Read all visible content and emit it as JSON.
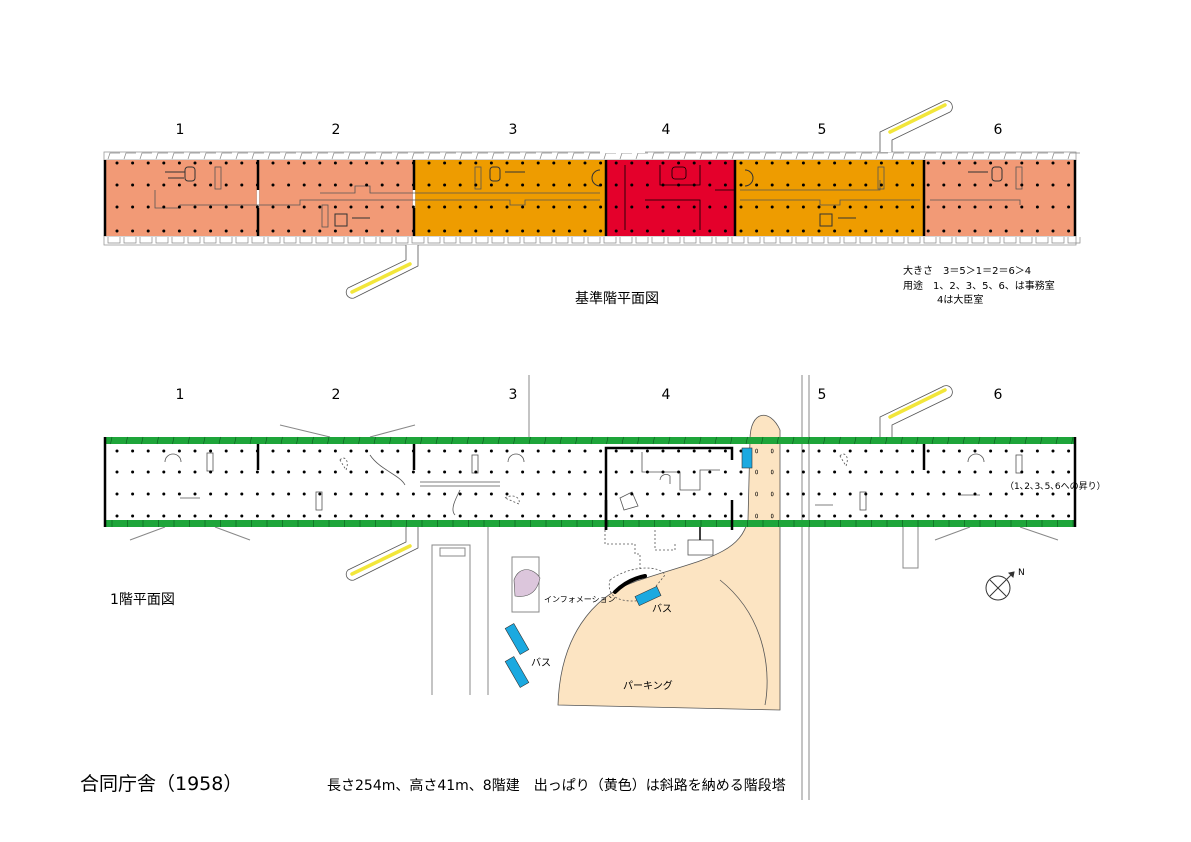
{
  "colors": {
    "office_large": "#EE9C00",
    "office_small": "#F29A76",
    "minister": "#E4002B",
    "ground_band": "#1EA53A",
    "parking": "#FCE4C2",
    "bus": "#1BA9E0",
    "info": "#DCC6DC",
    "ramp": "#F2E63A"
  },
  "standard_floor": {
    "title": "基準階平面図",
    "section_numbers": [
      "1",
      "2",
      "3",
      "4",
      "5",
      "6"
    ]
  },
  "legend": {
    "size_line": "大きさ　3＝5＞1＝2＝6＞4",
    "use_line": "用途　1、2、3、5、6、は事務室",
    "use_line2": "4は大臣室"
  },
  "ground_floor": {
    "title": "1階平面図",
    "section_numbers": [
      "1",
      "2",
      "3",
      "4",
      "5",
      "6"
    ],
    "ascent_note": "（1､2､3､5､6への昇り）",
    "information": "インフォメーション",
    "bus_label_1": "バス",
    "bus_label_2": "バス",
    "parking": "パーキング",
    "north": "N"
  },
  "caption": {
    "title": "合同庁舎（1958）",
    "description": "長さ254m、高さ41m、8階建　出っぱり（黄色）は斜路を納める階段塔"
  }
}
